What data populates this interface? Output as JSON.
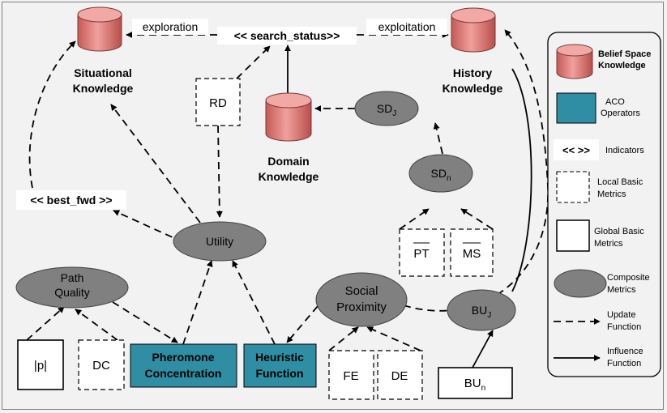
{
  "knowledge_sources": {
    "situational": {
      "line1": "Situational",
      "line2": "Knowledge"
    },
    "history": {
      "line1": "History",
      "line2": "Knowledge"
    },
    "domain": {
      "line1": "Domain",
      "line2": "Knowledge"
    }
  },
  "indicators": {
    "search_status": "<< search_status>>",
    "best_fwd": "<< best_fwd >>"
  },
  "edge_labels": {
    "exploration": "exploration",
    "exploitation": "exploitation"
  },
  "composite_metrics": {
    "utility": "Utility",
    "path_quality": {
      "line1": "Path",
      "line2": "Quality"
    },
    "social_proximity": {
      "line1": "Social",
      "line2": "Proximity"
    },
    "sd_j": {
      "base": "SD",
      "sub": "J"
    },
    "sd_n": {
      "base": "SD",
      "sub": "n"
    },
    "bu_j": {
      "base": "BU",
      "sub": "J"
    }
  },
  "local_metrics": {
    "rd": "RD",
    "dc": "DC",
    "pt": "PT",
    "ms": "MS",
    "fe": "FE",
    "de": "DE"
  },
  "global_metrics": {
    "p": "|p|",
    "bu_n": {
      "base": "BU",
      "sub": "n"
    }
  },
  "aco_operators": {
    "pheromone": {
      "line1": "Pheromone",
      "line2": "Concentration"
    },
    "heuristic": {
      "line1": "Heuristic",
      "line2": "Function"
    }
  },
  "legend": {
    "belief_space": {
      "line1": "Belief Space",
      "line2": "Knowledge"
    },
    "aco_operators": {
      "line1": "ACO",
      "line2": "Operators"
    },
    "indicators": {
      "symbol": "<< >>",
      "label": "Indicators"
    },
    "local_metrics": {
      "line1": "Local Basic",
      "line2": "Metrics"
    },
    "global_metrics": {
      "line1": "Global Basic",
      "line2": "Metrics"
    },
    "composite_metrics": {
      "line1": "Composite",
      "line2": "Metrics"
    },
    "update_function": {
      "line1": "Update",
      "line2": "Function"
    },
    "influence_function": {
      "line1": "Influence",
      "line2": "Function"
    }
  },
  "colors": {
    "cylinder_fill": "#e4807c",
    "cylinder_top": "#f2a8a4",
    "cylinder_stroke": "#7a3a3a",
    "aco_fill": "#2f8ea3",
    "ellipse_fill": "#808080",
    "background": "#f2f2f2"
  }
}
